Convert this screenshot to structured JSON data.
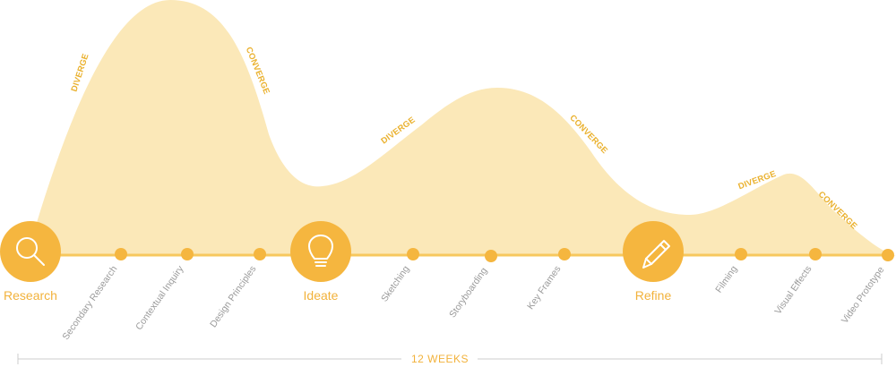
{
  "colors": {
    "wave_fill": "#fbe8b8",
    "accent": "#f5b63f",
    "line": "#f7c85e",
    "step_text": "#9a9a9a",
    "dc_text": "#eab12e",
    "phase_text": "#f2b23b",
    "weeks_text": "#f2b23b",
    "axis_line": "#cccccc"
  },
  "phases": [
    {
      "label": "Research",
      "icon": "search-icon"
    },
    {
      "label": "Ideate",
      "icon": "lightbulb-icon"
    },
    {
      "label": "Refine",
      "icon": "pen-icon"
    }
  ],
  "steps": [
    {
      "label": "Secondary Research"
    },
    {
      "label": "Contextual Inquiry"
    },
    {
      "label": "Design Principles"
    },
    {
      "label": "Sketching"
    },
    {
      "label": "Storyboarding"
    },
    {
      "label": "Key Frames"
    },
    {
      "label": "Filming"
    },
    {
      "label": "Visual Effects"
    },
    {
      "label": "Video Prototype"
    }
  ],
  "wave_labels": [
    {
      "label": "DIVERGE"
    },
    {
      "label": "CONVERGE"
    },
    {
      "label": "DIVERGE"
    },
    {
      "label": "CONVERGE"
    },
    {
      "label": "DIVERGE"
    },
    {
      "label": "CONVERGE"
    }
  ],
  "timeline": {
    "label": "12 WEEKS"
  }
}
